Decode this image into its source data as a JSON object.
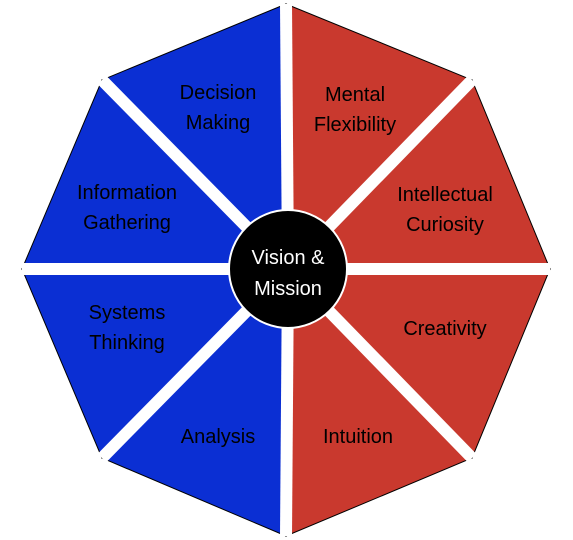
{
  "diagram": {
    "center": {
      "label_lines": [
        "Vision &",
        "Mission"
      ],
      "fill": "#000000",
      "text_color": "#ffffff"
    },
    "colors": {
      "blue": "#0b2fd3",
      "red": "#c9392e",
      "stroke": "#000000",
      "separator": "#ffffff"
    },
    "segments": [
      {
        "id": "mental-flexibility",
        "group": "red",
        "lines": [
          "Mental",
          "Flexibility"
        ]
      },
      {
        "id": "intellectual-curiosity",
        "group": "red",
        "lines": [
          "Intellectual",
          "Curiosity"
        ]
      },
      {
        "id": "creativity",
        "group": "red",
        "lines": [
          "Creativity"
        ]
      },
      {
        "id": "intuition",
        "group": "red",
        "lines": [
          "Intuition"
        ]
      },
      {
        "id": "analysis",
        "group": "blue",
        "lines": [
          "Analysis"
        ]
      },
      {
        "id": "systems-thinking",
        "group": "blue",
        "lines": [
          "Systems",
          "Thinking"
        ]
      },
      {
        "id": "information-gathering",
        "group": "blue",
        "lines": [
          "Information",
          "Gathering"
        ]
      },
      {
        "id": "decision-making",
        "group": "blue",
        "lines": [
          "Decision",
          "Making"
        ]
      }
    ]
  }
}
